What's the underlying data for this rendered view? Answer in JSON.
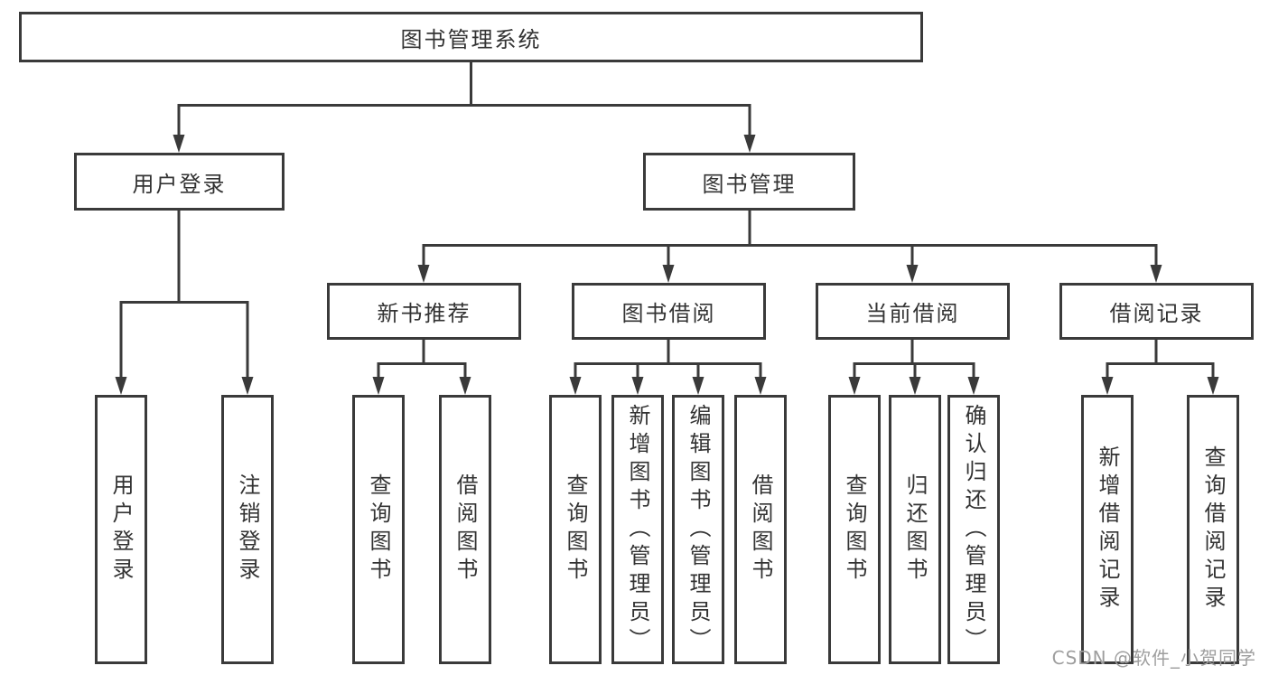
{
  "diagram": {
    "root": {
      "label": "图书管理系统"
    },
    "user_login": {
      "label": "用户登录",
      "leaves": [
        "用户登录",
        "注销登录"
      ]
    },
    "book_management": {
      "label": "图书管理",
      "sections": [
        {
          "label": "新书推荐",
          "leaves": [
            "查询图书",
            "借阅图书"
          ]
        },
        {
          "label": "图书借阅",
          "leaves": [
            "查询图书",
            "新增图书（管理员）",
            "编辑图书（管理员）",
            "借阅图书"
          ]
        },
        {
          "label": "当前借阅",
          "leaves": [
            "查询图书",
            "归还图书",
            "确认归还（管理员）"
          ]
        },
        {
          "label": "借阅记录",
          "leaves": [
            "新增借阅记录",
            "查询借阅记录"
          ]
        }
      ]
    },
    "colors": {
      "line": "#3a3a3a",
      "text": "#333333",
      "background": "#ffffff",
      "watermark": "#9e9e9e"
    }
  },
  "watermark": "CSDN @软件_小贺同学"
}
